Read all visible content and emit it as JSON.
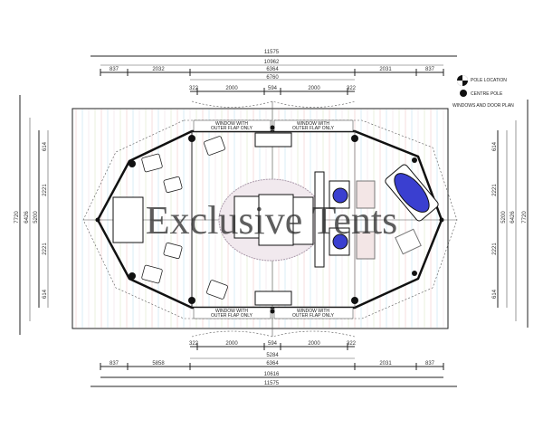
{
  "plan": {
    "watermark": "Exclusive Tents",
    "window_label_1": "WINDOW WITH",
    "window_label_2": "OUTER FLAP ONLY",
    "legend_title": "WINDOWS AND DOOR PLAN",
    "legend_item_1": "POLE LOCATION",
    "legend_item_2": "CENTRE POLE",
    "top_dims": {
      "overall": "11575",
      "second": "10962",
      "segments": [
        "837",
        "2032",
        "6364",
        "2031",
        "837"
      ],
      "inner_total": "6760",
      "inner_segments": [
        "322",
        "2000",
        "594",
        "2000",
        "322"
      ]
    },
    "bottom_dims": {
      "inner_segments": [
        "322",
        "2000",
        "594",
        "2000",
        "322"
      ],
      "inner_total": "5284",
      "segments": [
        "837",
        "5858",
        "6364",
        "2031",
        "837"
      ],
      "second": "10616",
      "overall": "11575"
    },
    "left_dims": {
      "overall": "7720",
      "second": "6426",
      "third": "5200",
      "segments": [
        "614",
        "2221",
        "2221",
        "614"
      ]
    },
    "right_dims": {
      "overall": "7720",
      "second": "6426",
      "third": "5200",
      "segments": [
        "614",
        "2221",
        "2221",
        "614"
      ]
    }
  },
  "colors": {
    "bath": "#3a3fd0",
    "accent_stripes": [
      "#c44",
      "#39c",
      "#c9a",
      "#8a4"
    ]
  }
}
